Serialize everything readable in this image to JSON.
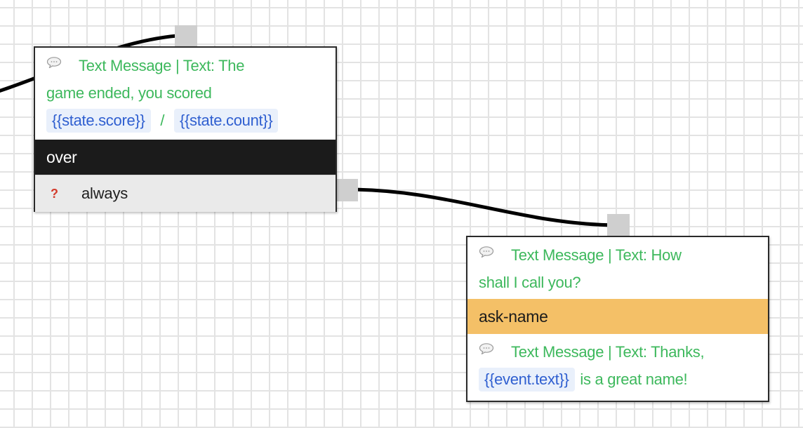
{
  "nodes": {
    "over": {
      "message": {
        "prefix": "Text Message | Text: The",
        "line2": "game ended, you scored",
        "var_score": "{{state.score}}",
        "separator": "/",
        "var_count": "{{state.count}}"
      },
      "name": "over",
      "transition": {
        "label": "always"
      }
    },
    "ask_name": {
      "message": {
        "prefix": "Text Message | Text: How",
        "line2": "shall I call you?"
      },
      "name": "ask-name",
      "on_receive": {
        "prefix": "Text Message | Text: Thanks,",
        "var_text": "{{event.text}}",
        "suffix": "is a great name!"
      }
    }
  },
  "colors": {
    "message_text": "#3db85c",
    "variable_text": "#2f5fd0",
    "variable_bg": "#e9f0fb",
    "node_name_dark": "#1b1b1b",
    "node_name_orange": "#f4c067",
    "transition_icon": "#d33b2c",
    "connector": "#000000"
  },
  "icons": {
    "message": "speech-bubble-icon",
    "condition": "question-mark-icon"
  }
}
